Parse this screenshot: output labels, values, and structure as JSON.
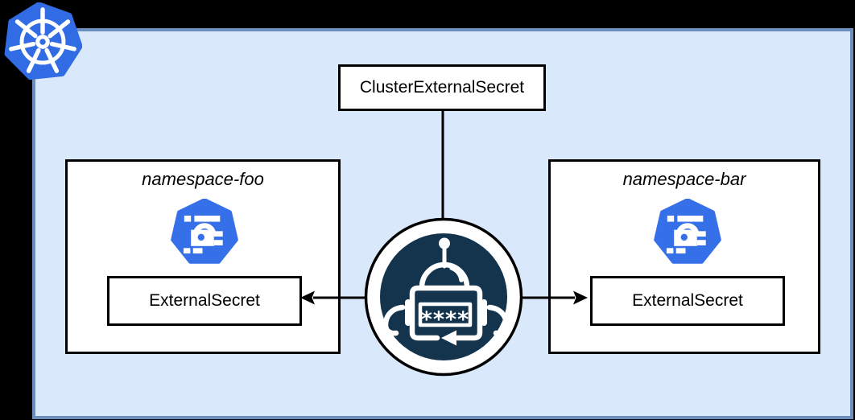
{
  "diagram": {
    "title_box": {
      "label": "ClusterExternalSecret"
    },
    "namespaces": [
      {
        "name": "namespace-foo",
        "resource_label": "ExternalSecret",
        "icon": "kubernetes-secret-icon"
      },
      {
        "name": "namespace-bar",
        "resource_label": "ExternalSecret",
        "icon": "kubernetes-secret-icon"
      }
    ],
    "operator": {
      "icon": "external-secrets-robot-icon",
      "password_mask": "****"
    },
    "icons": {
      "top_left": "kubernetes-logo",
      "namespace_resource": "kubernetes-secret",
      "operator": "external-secrets-robot"
    },
    "colors": {
      "cluster_fill": "#dae8fc",
      "cluster_border": "#6c8ebf",
      "kubernetes_blue": "#326ce5",
      "secret_icon_blue": "#3670e8",
      "operator_navy": "#14344e",
      "box_fill": "#ffffff",
      "box_border": "#000000"
    }
  }
}
